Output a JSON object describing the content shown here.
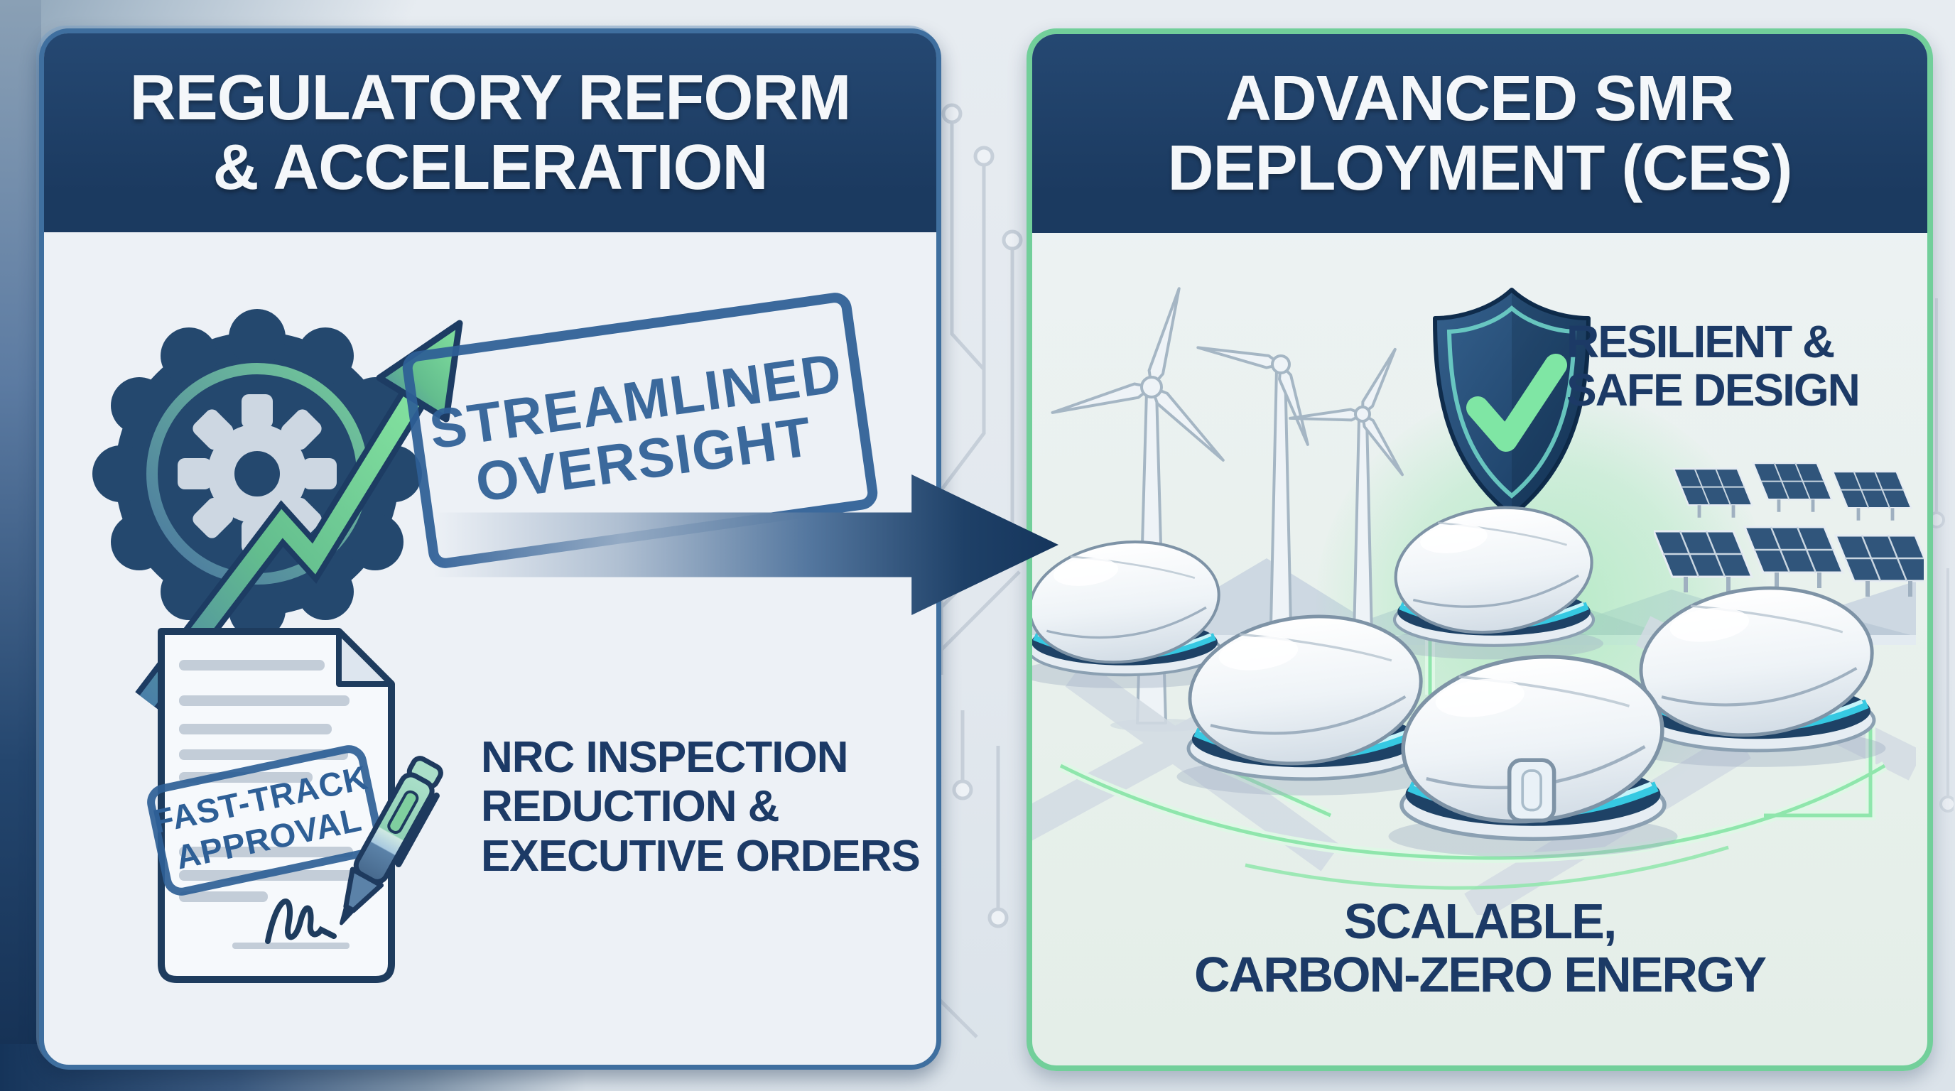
{
  "left_panel": {
    "title": {
      "line1": "REGULATORY REFORM",
      "line2": "& ACCELERATION"
    },
    "oversight_stamp": {
      "line1": "STREAMLINED",
      "line2": "OVERSIGHT"
    },
    "document_stamp": {
      "line1": "FAST-TRACK",
      "line2": "APPROVAL"
    },
    "caption": {
      "line1": "NRC INSPECTION",
      "line2": "REDUCTION &",
      "line3": "EXECUTIVE ORDERS"
    }
  },
  "right_panel": {
    "title": {
      "line1": "ADVANCED SMR",
      "line2": "DEPLOYMENT (CES)"
    },
    "safety_label": {
      "line1": "RESILIENT &",
      "line2": "SAFE DESIGN"
    },
    "caption": {
      "line1": "SCALABLE,",
      "line2": "CARBON-ZERO ENERGY"
    }
  },
  "icons": {
    "left": [
      "gear-growth-badge-icon",
      "growth-arrow-icon",
      "streamlined-oversight-stamp",
      "document-icon",
      "fast-track-approval-stamp",
      "pen-icon",
      "signature-icon"
    ],
    "middle": [
      "flow-arrow-icon",
      "circuit-pattern"
    ],
    "right": [
      "wind-turbine-icon",
      "shield-check-icon",
      "solar-panel-icon",
      "smr-pod-icon",
      "green-grid-lines-icon",
      "mountains-icon",
      "green-glow"
    ]
  },
  "colors": {
    "header_navy": "#1d3c63",
    "panel_background": "#edf1f6",
    "left_panel_border": "#3f6f9f",
    "right_panel_border": "#72cf9a",
    "stamp_blue": "#2e5f96",
    "text_navy": "#1c3a66",
    "arrow_navy": "#1c3f69",
    "accent_green": "#7fdc9f",
    "accent_cyan": "#3fd0e6"
  }
}
